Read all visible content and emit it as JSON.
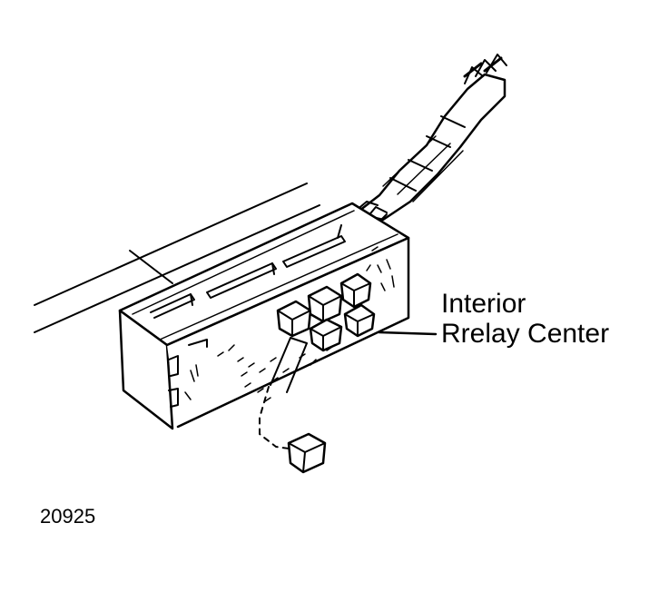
{
  "callout": {
    "line1": "Interior",
    "line2": "Rrelay Center"
  },
  "figure_id": "20925"
}
